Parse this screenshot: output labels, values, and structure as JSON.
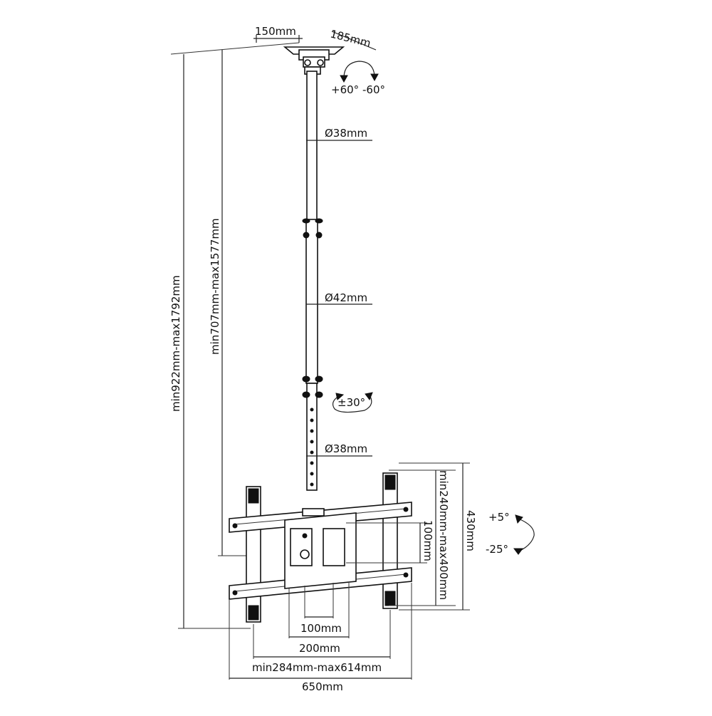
{
  "labels": {
    "ceiling_plate_width": "150mm",
    "ceiling_plate_depth": "185mm",
    "swivel_left": "+60°",
    "swivel_right": "-60°",
    "tube_top_diameter": "Ø38mm",
    "tube_mid_diameter": "Ø42mm",
    "tube_rotation": "±30°",
    "tube_low_diameter": "Ø38mm",
    "total_height": "min922mm-max1792mm",
    "pole_height": "min707mm-max1577mm",
    "vesa_vertical_inner": "100mm",
    "vesa_vertical_range": "min240mm-max400mm",
    "arm_height": "430mm",
    "tilt_up": "+5°",
    "tilt_down": "-25°",
    "vesa_horizontal_inner": "100mm",
    "vesa_horizontal_mid": "200mm",
    "vesa_horizontal_range": "min284mm-max614mm",
    "overall_width": "650mm"
  }
}
